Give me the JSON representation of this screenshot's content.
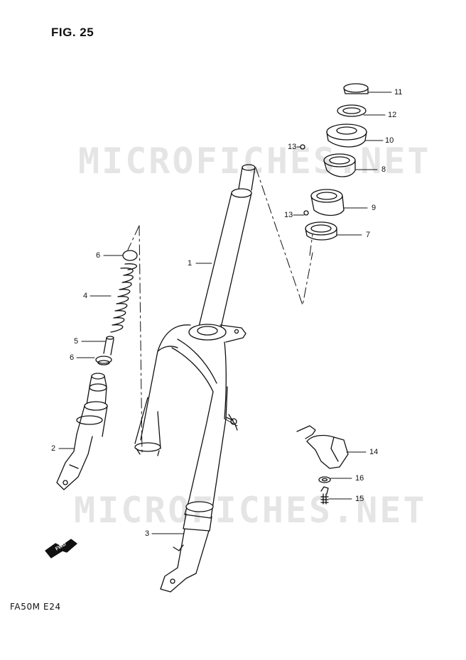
{
  "figure": {
    "title": "FIG. 25",
    "model_code": "FA50M  E24",
    "watermark": "MICROFICHES.NET",
    "fwd_label": "FWD"
  },
  "callouts": [
    {
      "id": "c1",
      "number": "1"
    },
    {
      "id": "c2",
      "number": "2"
    },
    {
      "id": "c3",
      "number": "3"
    },
    {
      "id": "c4",
      "number": "4"
    },
    {
      "id": "c5",
      "number": "5"
    },
    {
      "id": "c6a",
      "number": "6"
    },
    {
      "id": "c6b",
      "number": "6"
    },
    {
      "id": "c7",
      "number": "7"
    },
    {
      "id": "c8",
      "number": "8"
    },
    {
      "id": "c9",
      "number": "9"
    },
    {
      "id": "c10",
      "number": "10"
    },
    {
      "id": "c11",
      "number": "11"
    },
    {
      "id": "c12",
      "number": "12"
    },
    {
      "id": "c13a",
      "number": "13"
    },
    {
      "id": "c13b",
      "number": "13"
    },
    {
      "id": "c14",
      "number": "14"
    },
    {
      "id": "c15",
      "number": "15"
    },
    {
      "id": "c16",
      "number": "16"
    }
  ]
}
